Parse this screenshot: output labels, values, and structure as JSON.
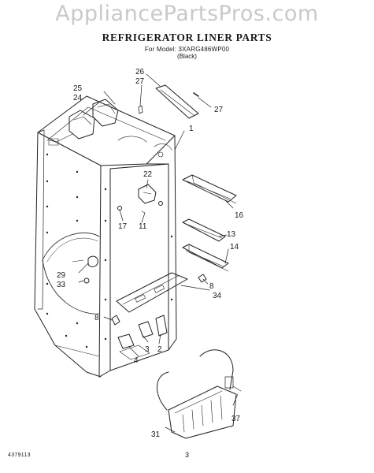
{
  "watermark": "AppliancePartsPros.com",
  "header": {
    "title": "REFRIGERATOR LINER PARTS",
    "model": "For Model: 3XARG486WP00",
    "variant": "(Black)"
  },
  "callouts": [
    {
      "id": "26",
      "label": "26"
    },
    {
      "id": "27-top",
      "label": "27"
    },
    {
      "id": "27-right",
      "label": "27"
    },
    {
      "id": "25",
      "label": "25"
    },
    {
      "id": "24",
      "label": "24"
    },
    {
      "id": "1",
      "label": "1"
    },
    {
      "id": "22",
      "label": "22"
    },
    {
      "id": "17",
      "label": "17"
    },
    {
      "id": "11",
      "label": "11"
    },
    {
      "id": "16",
      "label": "16"
    },
    {
      "id": "13",
      "label": "13"
    },
    {
      "id": "14",
      "label": "14"
    },
    {
      "id": "29",
      "label": "29"
    },
    {
      "id": "33",
      "label": "33"
    },
    {
      "id": "8-right",
      "label": "8"
    },
    {
      "id": "34",
      "label": "34"
    },
    {
      "id": "8-left",
      "label": "8"
    },
    {
      "id": "3",
      "label": "3"
    },
    {
      "id": "2",
      "label": "2"
    },
    {
      "id": "4",
      "label": "4"
    },
    {
      "id": "31",
      "label": "31"
    },
    {
      "id": "37",
      "label": "37"
    }
  ],
  "footer": {
    "doc_number": "4379113",
    "page_number": "3"
  }
}
